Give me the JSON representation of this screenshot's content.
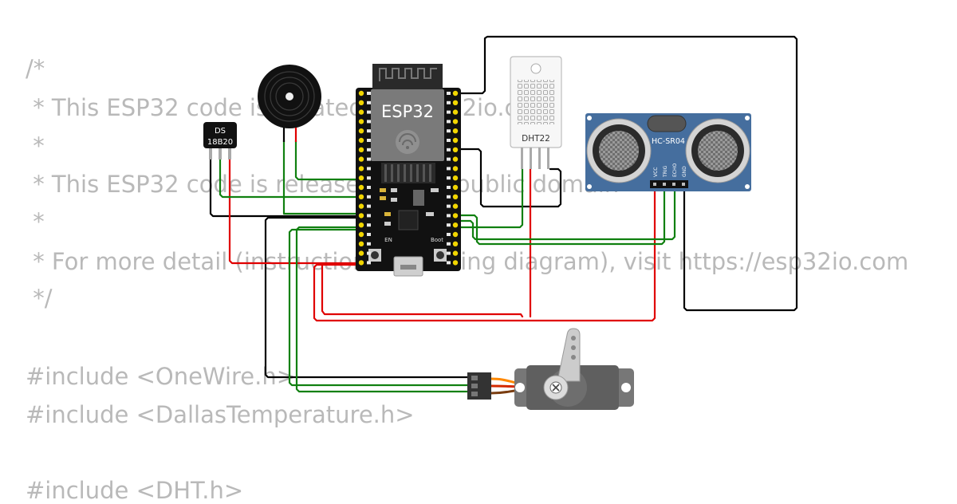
{
  "code_lines": [
    "/*",
    " * This ESP32 code is created by esp32io.com",
    " *",
    " * This ESP32 code is released in the public domain",
    " *",
    " * For more detail (instruction and wiring diagram), visit https://esp32io.com",
    " */",
    "",
    "#include <OneWire.h>",
    "#include <DallasTemperature.h>",
    "",
    "#include <DHT.h>"
  ],
  "components": {
    "esp32": {
      "label": "ESP32",
      "en_label": "EN",
      "boot_label": "Boot"
    },
    "ds18b20": {
      "line1": "DS",
      "line2": "18B20"
    },
    "dht22": {
      "label": "DHT22"
    },
    "hcsr04": {
      "label": "HC-SR04",
      "pins": [
        "VCC",
        "TRIG",
        "ECHO",
        "GND"
      ]
    }
  },
  "wire_colors": {
    "gnd": "#000000",
    "vcc": "#e00000",
    "signal": "#108010"
  }
}
